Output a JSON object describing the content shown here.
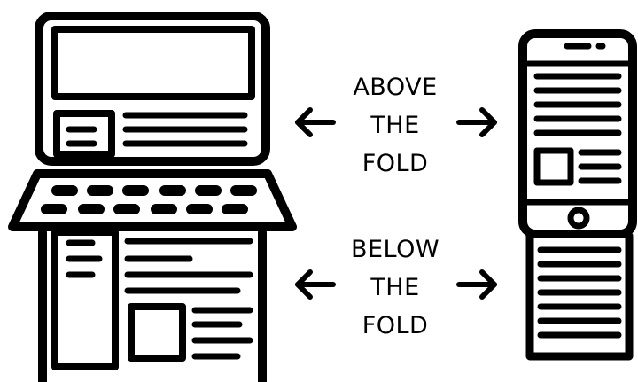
{
  "labels": {
    "above": [
      "ABOVE",
      "THE",
      "FOLD"
    ],
    "below": [
      "BELOW",
      "THE",
      "FOLD"
    ]
  },
  "icons": {
    "left_device": "laptop-icon",
    "right_device": "smartphone-icon",
    "arrow_left": "arrow-left-icon",
    "arrow_right": "arrow-right-icon"
  },
  "colors": {
    "ink": "#000000",
    "background": "#ffffff"
  }
}
